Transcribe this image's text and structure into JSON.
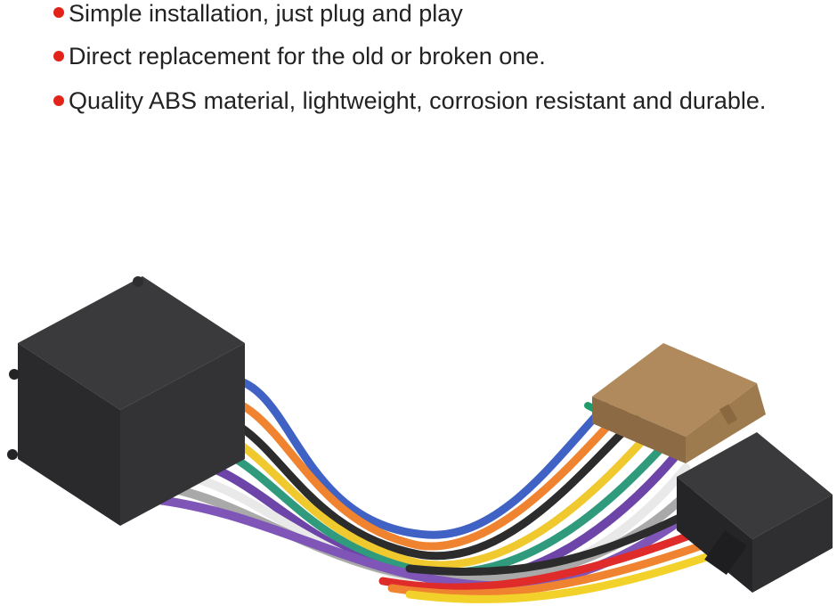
{
  "features": [
    "Simple installation, just plug and play",
    "Direct replacement for the old or broken one.",
    "Quality ABS material, lightweight, corrosion resistant and durable."
  ],
  "colors": {
    "bullet": "#e2231a",
    "text": "#222222",
    "connector_black": "#2b2b2d",
    "connector_tan": "#a27d52"
  },
  "icons": {
    "bullet": "red-dot-bullet"
  }
}
